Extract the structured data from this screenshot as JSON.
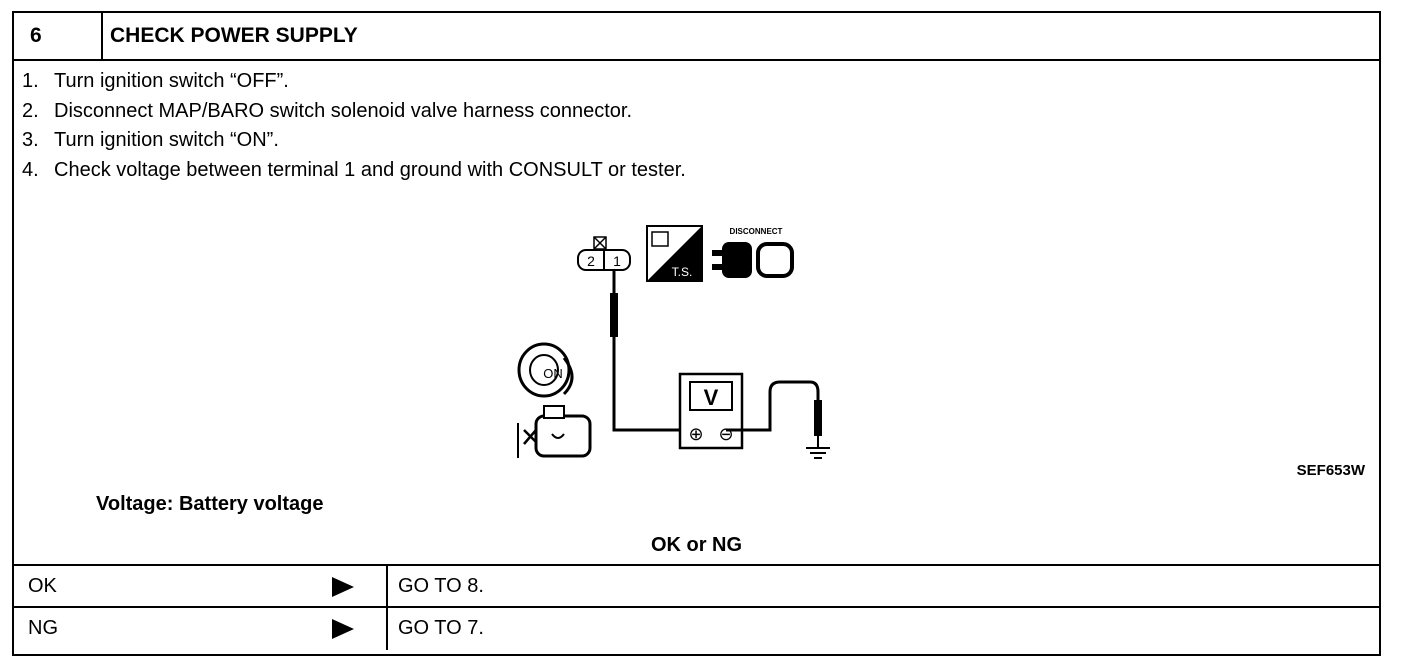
{
  "header": {
    "step_number": "6",
    "title": "CHECK POWER SUPPLY"
  },
  "steps": [
    {
      "num": "1.",
      "text": "Turn ignition switch “OFF”."
    },
    {
      "num": "2.",
      "text": "Disconnect MAP/BARO switch solenoid valve harness connector."
    },
    {
      "num": "3.",
      "text": "Turn ignition switch “ON”."
    },
    {
      "num": "4.",
      "text": "Check voltage between terminal 1 and ground with CONSULT or tester."
    }
  ],
  "diagram": {
    "connector_pins": [
      "2",
      "1"
    ],
    "ts_label": "T.S.",
    "disconnect_label": "DISCONNECT",
    "ignition_label": "ON",
    "meter_label": "V",
    "meter_plus": "⊕",
    "meter_minus": "⊖",
    "figure_id": "SEF653W"
  },
  "spec": "Voltage: Battery voltage",
  "result_header": "OK or NG",
  "results": [
    {
      "result": "OK",
      "action": "GO TO 8."
    },
    {
      "result": "NG",
      "action": "GO TO 7."
    }
  ]
}
